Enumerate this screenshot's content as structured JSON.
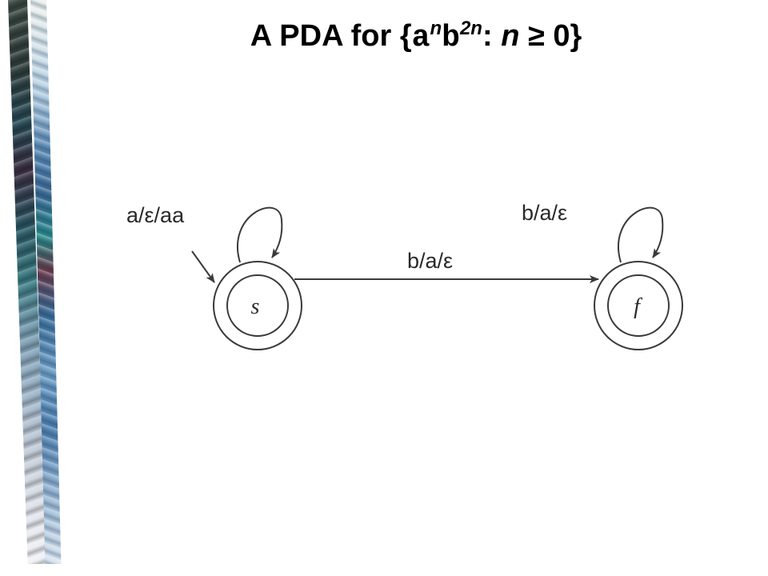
{
  "title": {
    "prefix": "A PDA for {",
    "a": "a",
    "n1": "n",
    "b": "b",
    "two_n": "2n",
    "colon": ": ",
    "n2": "n",
    "rel": " ≥ 0}"
  },
  "diagram": {
    "states": [
      {
        "name": "s",
        "start": true,
        "accepting": true
      },
      {
        "name": "f",
        "start": false,
        "accepting": true
      }
    ],
    "transitions": [
      {
        "from": "s",
        "to": "s",
        "label": "a/ε/aa"
      },
      {
        "from": "s",
        "to": "f",
        "label": "b/a/ε"
      },
      {
        "from": "f",
        "to": "f",
        "label": "b/a/ε"
      }
    ]
  }
}
